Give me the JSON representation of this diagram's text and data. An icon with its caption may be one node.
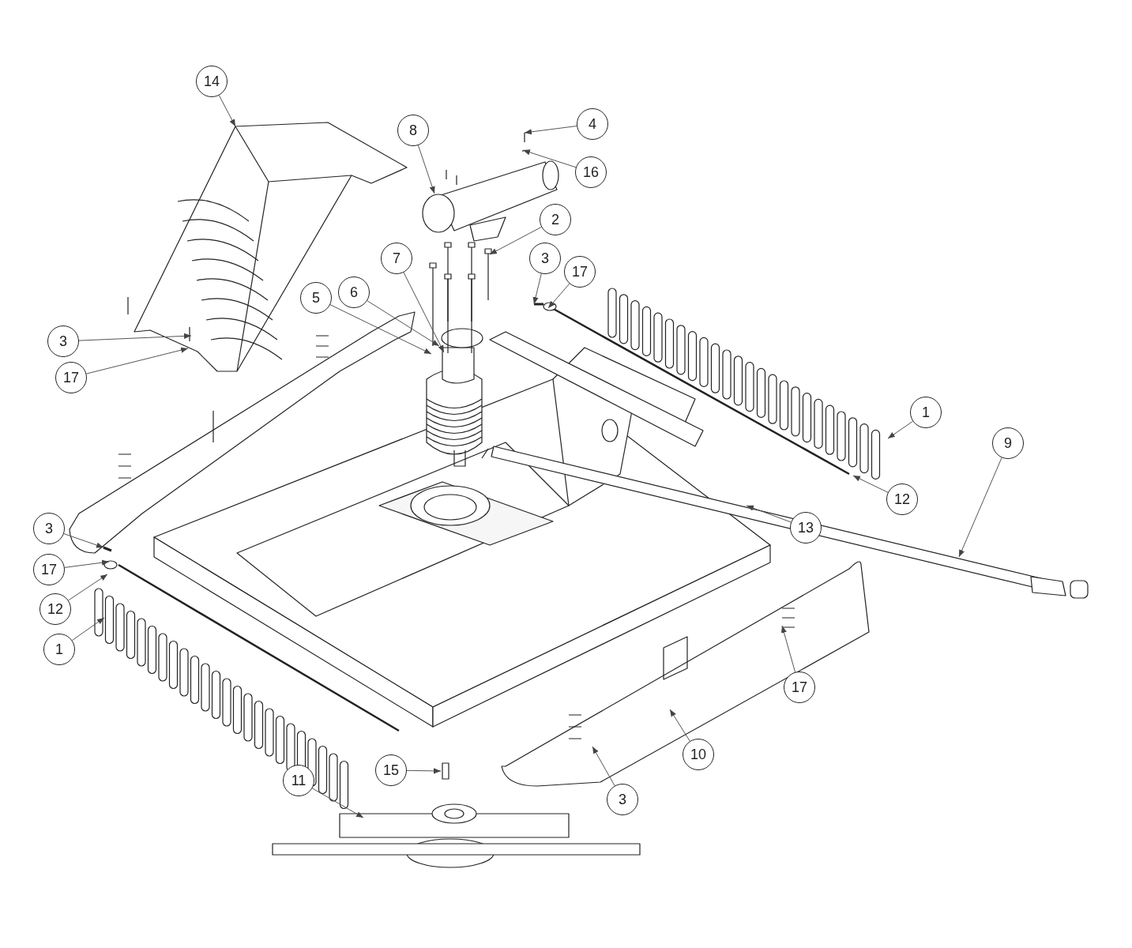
{
  "diagram": {
    "nodes": [
      {
        "text": [
          "14"
        ]
      },
      {
        "text": [
          "8"
        ]
      },
      {
        "text": [
          "4"
        ]
      },
      {
        "text": [
          "16"
        ]
      },
      {
        "text": [
          "2"
        ]
      },
      {
        "text": [
          "7"
        ]
      },
      {
        "text": [
          "3"
        ]
      },
      {
        "text": [
          "17"
        ]
      },
      {
        "text": [
          "5"
        ]
      },
      {
        "text": [
          "6"
        ]
      },
      {
        "text": [
          "3"
        ]
      },
      {
        "text": [
          "17"
        ]
      },
      {
        "text": [
          "1"
        ]
      },
      {
        "text": [
          "9"
        ]
      },
      {
        "text": [
          "12"
        ]
      },
      {
        "text": [
          "13"
        ]
      },
      {
        "text": [
          "3"
        ]
      },
      {
        "text": [
          "17"
        ]
      },
      {
        "text": [
          "12"
        ]
      },
      {
        "text": [
          "1"
        ]
      },
      {
        "text": [
          "17"
        ]
      },
      {
        "text": [
          "10"
        ]
      },
      {
        "text": [
          "15"
        ]
      },
      {
        "text": [
          "3"
        ]
      },
      {
        "text": [
          "11"
        ]
      }
    ],
    "edges": [
      {
        "from": 0,
        "to": null,
        "arrow": "to"
      },
      {
        "from": 1,
        "to": null,
        "arrow": "to"
      },
      {
        "from": 2,
        "to": null,
        "arrow": "to"
      },
      {
        "from": 3,
        "to": null,
        "arrow": "to"
      },
      {
        "from": 4,
        "to": null,
        "arrow": "to"
      },
      {
        "from": 5,
        "to": null,
        "arrow": "to"
      },
      {
        "from": 6,
        "to": null,
        "arrow": "to"
      },
      {
        "from": 7,
        "to": null,
        "arrow": "to"
      },
      {
        "from": 8,
        "to": null,
        "arrow": "to"
      },
      {
        "from": 9,
        "to": null,
        "arrow": "to"
      },
      {
        "from": 10,
        "to": null,
        "arrow": "to"
      },
      {
        "from": 11,
        "to": null,
        "arrow": "to"
      },
      {
        "from": 12,
        "to": null,
        "arrow": "to"
      },
      {
        "from": 13,
        "to": null,
        "arrow": "to"
      },
      {
        "from": 14,
        "to": null,
        "arrow": "to"
      },
      {
        "from": 15,
        "to": null,
        "arrow": "to"
      },
      {
        "from": 16,
        "to": null,
        "arrow": "to"
      },
      {
        "from": 17,
        "to": null,
        "arrow": "to"
      },
      {
        "from": 18,
        "to": null,
        "arrow": "to"
      },
      {
        "from": 19,
        "to": null,
        "arrow": "to"
      },
      {
        "from": 20,
        "to": null,
        "arrow": "to"
      },
      {
        "from": 21,
        "to": null,
        "arrow": "to"
      },
      {
        "from": 22,
        "to": null,
        "arrow": "to"
      },
      {
        "from": 23,
        "to": null,
        "arrow": "to"
      },
      {
        "from": 24,
        "to": null,
        "arrow": "to"
      }
    ]
  }
}
